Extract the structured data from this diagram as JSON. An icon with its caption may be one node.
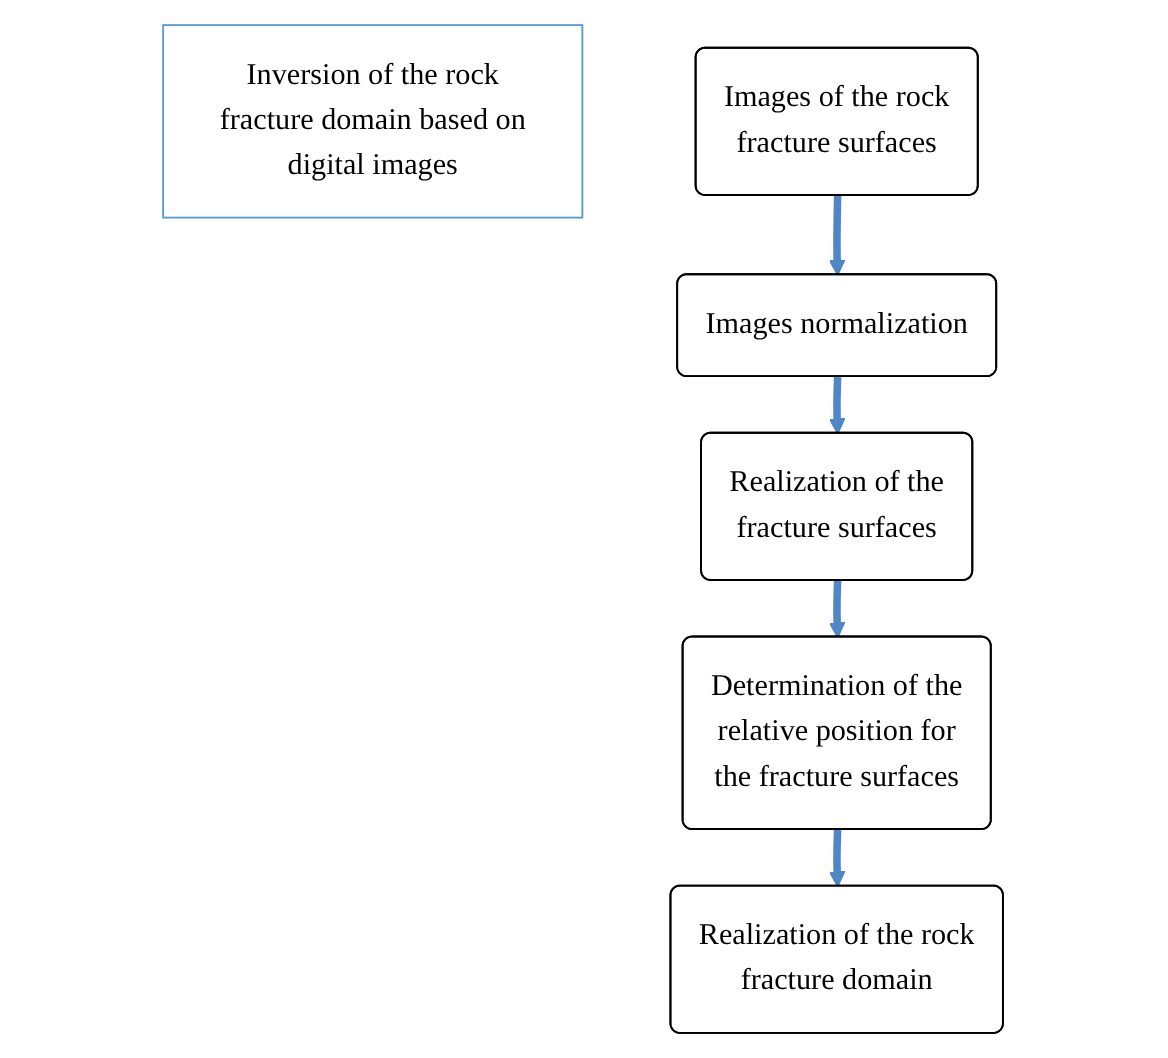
{
  "diagram": {
    "nodes": [
      {
        "text": [
          "Inversion of the rock fracture domain based on digital images"
        ]
      },
      {
        "text": [
          "Images of the rock fracture surfaces"
        ]
      },
      {
        "text": [
          "Images normalization"
        ]
      },
      {
        "text": [
          "Realization of the fracture surfaces"
        ]
      },
      {
        "text": [
          "Determination of the relative position for the fracture surfaces"
        ]
      },
      {
        "text": [
          "Realization of the rock fracture domain"
        ]
      }
    ],
    "edges": [
      {
        "from": 1,
        "to": 2,
        "arrow": "to"
      },
      {
        "from": 2,
        "to": 3,
        "arrow": "to"
      },
      {
        "from": 3,
        "to": 4,
        "arrow": "to"
      },
      {
        "from": 4,
        "to": 5,
        "arrow": "to"
      }
    ]
  }
}
